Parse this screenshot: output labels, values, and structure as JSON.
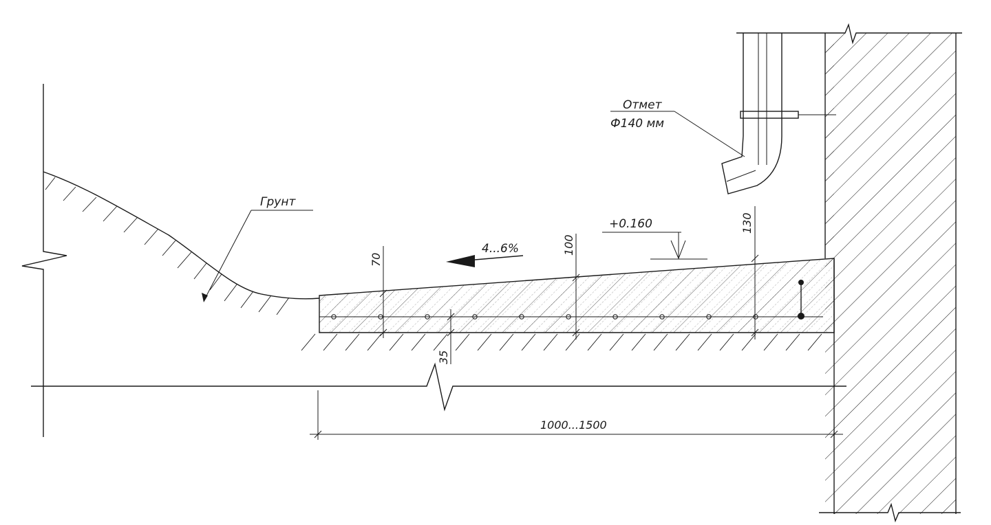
{
  "labels": {
    "soil": "Грунт",
    "drain_line1": "Отмет",
    "drain_line2": "Ф140 мм",
    "slope": "4...6%",
    "elevation": "+0.160",
    "width": "1000...1500",
    "dim_70": "70",
    "dim_100": "100",
    "dim_130": "130",
    "dim_35": "35"
  }
}
